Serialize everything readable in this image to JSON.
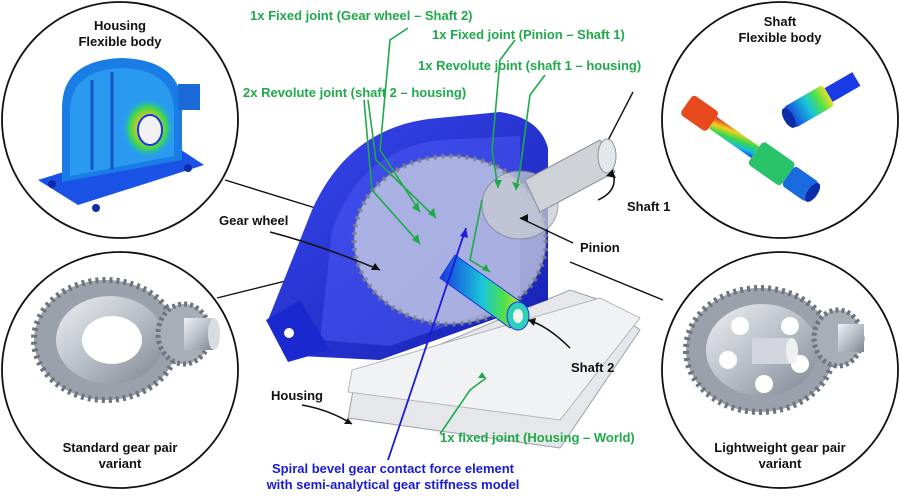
{
  "colors": {
    "joint_text": "#1faa4a",
    "label_text": "#111111",
    "force_text": "#1a1ad8",
    "housing_blue": "#1f2fd6",
    "steel": "#c7ccd3"
  },
  "bubbles": {
    "housing_flex": {
      "line1": "Housing",
      "line2": "Flexible body",
      "icon": "fem-housing-icon"
    },
    "shaft_flex": {
      "line1": "Shaft",
      "line2": "Flexible body",
      "icon": "fem-shaft-icon"
    },
    "standard_pair": {
      "line1": "Standard gear pair",
      "line2": "variant",
      "icon": "bevel-gear-pair-icon"
    },
    "lightweight_pair": {
      "line1": "Lightweight gear pair",
      "line2": "variant",
      "icon": "lightweight-gear-pair-icon"
    }
  },
  "joints": {
    "fixed_gear_shaft2": "1x Fixed joint (Gear wheel – Shaft 2)",
    "fixed_pinion_shaft1": "1x Fixed joint (Pinion – Shaft 1)",
    "revolute_shaft1": "1x Revolute joint (shaft 1 – housing)",
    "revolute_shaft2": "2x Revolute joint (shaft 2 – housing)",
    "fixed_housing_world": "1x fixed joint (Housing – World)"
  },
  "components": {
    "gear_wheel": "Gear wheel",
    "shaft1": "Shaft 1",
    "pinion": "Pinion",
    "shaft2": "Shaft 2",
    "housing": "Housing"
  },
  "force_element": {
    "line1": "Spiral bevel gear contact force element",
    "line2": "with semi-analytical gear stiffness model"
  }
}
